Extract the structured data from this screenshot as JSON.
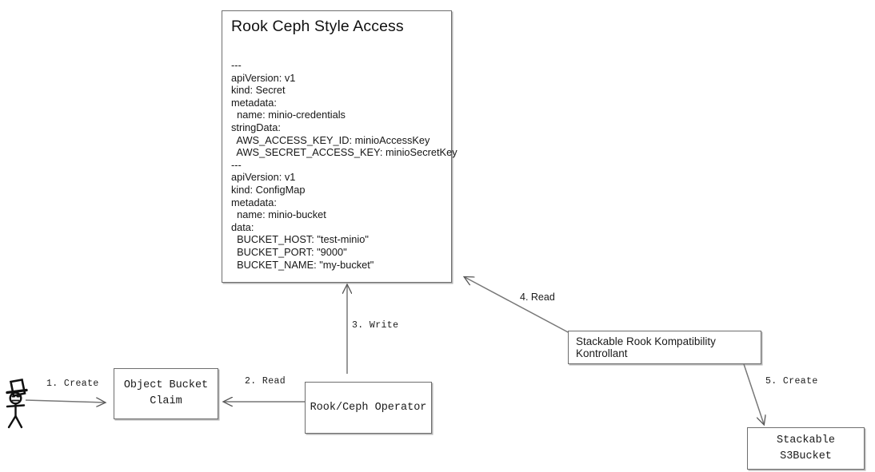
{
  "diagram": {
    "title_card": {
      "heading": "Rook Ceph Style Access",
      "yaml": "---\napiVersion: v1\nkind: Secret\nmetadata:\n  name: minio-credentials\nstringData:\n  AWS_ACCESS_KEY_ID: minioAccessKey\n  AWS_SECRET_ACCESS_KEY: minioSecretKey\n---\napiVersion: v1\nkind: ConfigMap\nmetadata:\n  name: minio-bucket\ndata:\n  BUCKET_HOST: \"test-minio\"\n  BUCKET_PORT: \"9000\"\n  BUCKET_NAME: \"my-bucket\""
    },
    "nodes": {
      "actor": {
        "label": ""
      },
      "object_bucket_claim": {
        "label": "Object Bucket\nClaim"
      },
      "rook_ceph_operator": {
        "label": "Rook/Ceph Operator"
      },
      "kontrollant": {
        "label": "Stackable Rook Kompatibility Kontrollant"
      },
      "s3bucket": {
        "label": "Stackable S3Bucket"
      }
    },
    "edges": [
      {
        "id": "e1",
        "label": "1. Create",
        "from": "actor",
        "to": "object_bucket_claim"
      },
      {
        "id": "e2",
        "label": "2. Read",
        "from": "rook_ceph_operator",
        "to": "object_bucket_claim"
      },
      {
        "id": "e3",
        "label": "3. Write",
        "from": "rook_ceph_operator",
        "to": "title_card"
      },
      {
        "id": "e4",
        "label": "4. Read",
        "from": "kontrollant",
        "to": "title_card"
      },
      {
        "id": "e5",
        "label": "5. Create",
        "from": "kontrollant",
        "to": "s3bucket"
      }
    ],
    "colors": {
      "stroke": "#6e6e6e",
      "arrow": "#555555",
      "text": "#1a1a1a",
      "background": "#ffffff"
    }
  }
}
